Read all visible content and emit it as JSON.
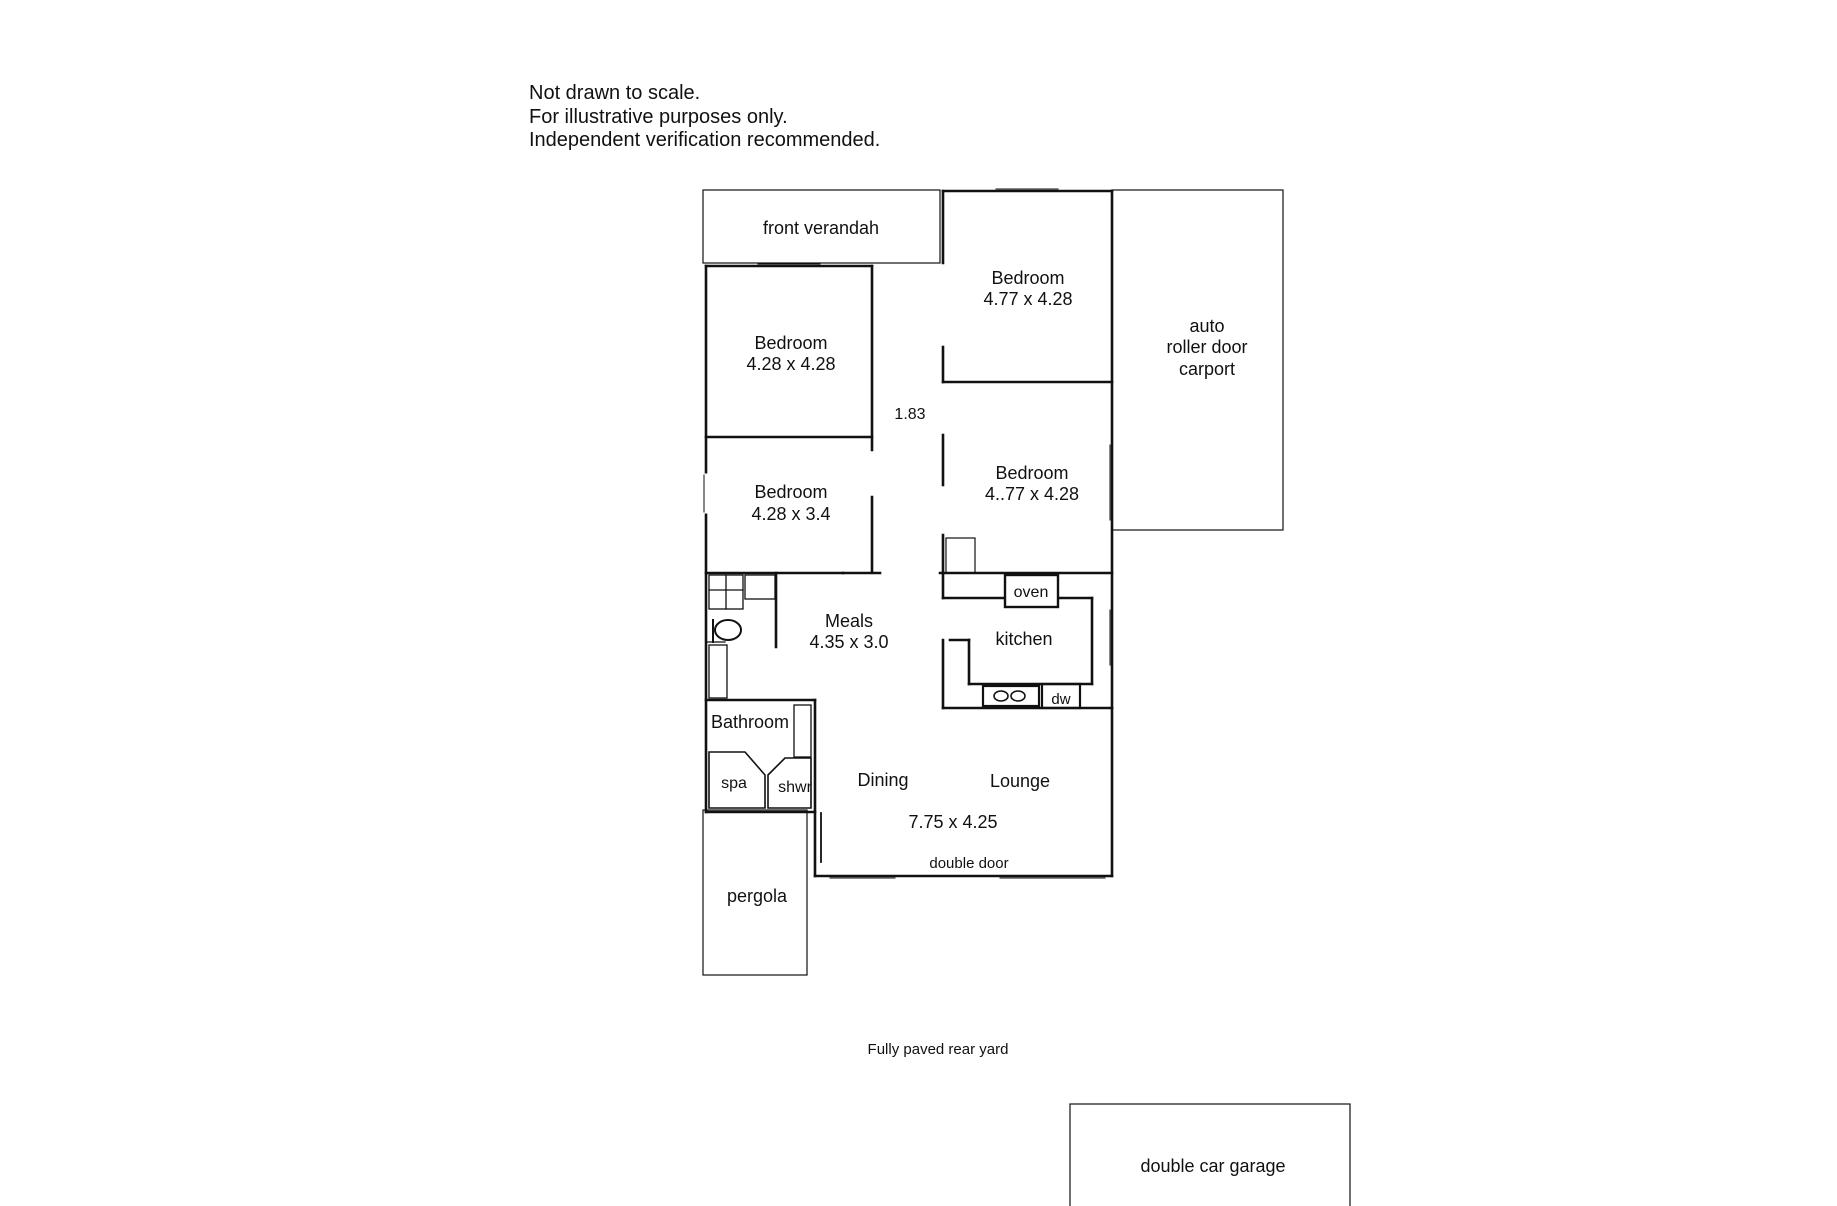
{
  "disclaimer": {
    "line1": "Not drawn to scale.",
    "line2": "For illustrative purposes only.",
    "line3": "Independent verification recommended."
  },
  "rooms": {
    "front_verandah": "front verandah",
    "bedroom_ne": {
      "name": "Bedroom",
      "size": "4.77 x 4.28"
    },
    "bedroom_nw": {
      "name": "Bedroom",
      "size": "4.28 x 4.28"
    },
    "bedroom_sw": {
      "name": "Bedroom",
      "size": "4.28 x 3.4"
    },
    "bedroom_se": {
      "name": "Bedroom",
      "size": "4..77 x 4.28"
    },
    "hall_width": "1.83",
    "carport": {
      "line1": "auto",
      "line2": "roller door",
      "line3": "carport"
    },
    "meals": {
      "name": "Meals",
      "size": "4.35 x 3.0"
    },
    "kitchen": "kitchen",
    "oven": "oven",
    "dishwasher": "dw",
    "bathroom": "Bathroom",
    "spa": "spa",
    "shower": "shwr",
    "dining": "Dining",
    "lounge": "Lounge",
    "living_size": "7.75 x 4.25",
    "double_door": "double door",
    "pergola": "pergola",
    "rear_yard": "Fully paved rear yard",
    "garage": "double car garage"
  }
}
